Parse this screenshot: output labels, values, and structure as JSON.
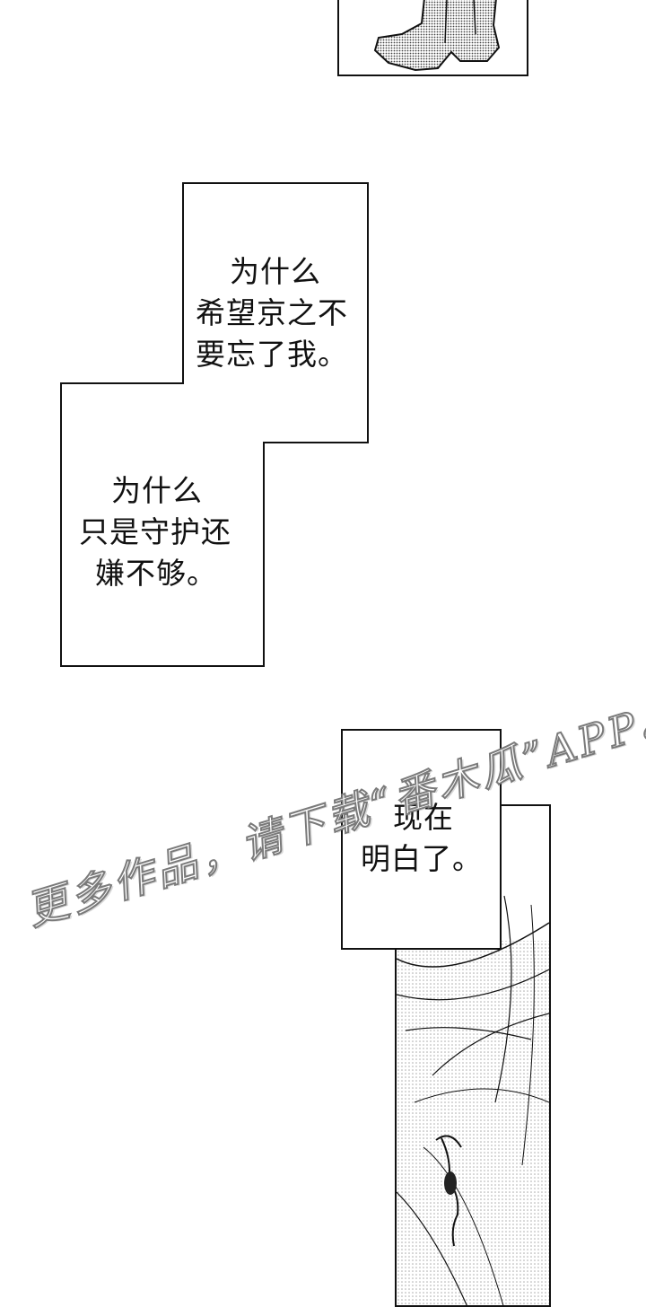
{
  "bubbles": [
    {
      "lines": [
        "为什么",
        "希望京之不",
        "要忘了我。"
      ]
    },
    {
      "lines": [
        "为什么",
        "只是守护还",
        "嫌不够。"
      ]
    },
    {
      "lines": [
        "现在",
        "明白了。"
      ]
    }
  ],
  "watermark": {
    "text": "更多作品，请下载“番木瓜”APP。"
  },
  "colors": {
    "ink": "#111111",
    "paper": "#ffffff",
    "watermark_outline": "#7a7a7a"
  }
}
